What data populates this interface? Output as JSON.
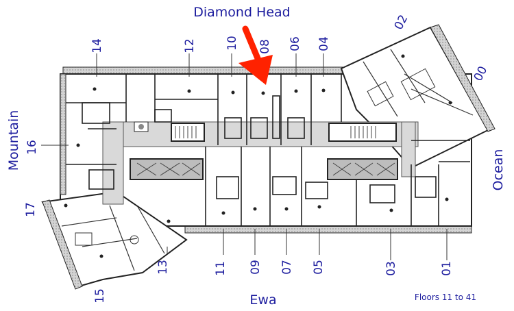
{
  "directions": {
    "north": "Diamond Head",
    "south": "Ewa",
    "west": "Mountain",
    "east": "Ocean"
  },
  "units": {
    "u00": "00",
    "u01": "01",
    "u02": "02",
    "u03": "03",
    "u04": "04",
    "u05": "05",
    "u06": "06",
    "u07": "07",
    "u08": "08",
    "u09": "09",
    "u10": "10",
    "u11": "11",
    "u12": "12",
    "u13": "13",
    "u14": "14",
    "u15": "15",
    "u16": "16",
    "u17": "17"
  },
  "footnote": "Floors 11 to 41",
  "colors": {
    "label": "#1c1c9e",
    "arrow": "#ff2200",
    "wall": "#222222",
    "exterior_fill": "#cfcfcf",
    "corridor": "#d9d9d9"
  }
}
